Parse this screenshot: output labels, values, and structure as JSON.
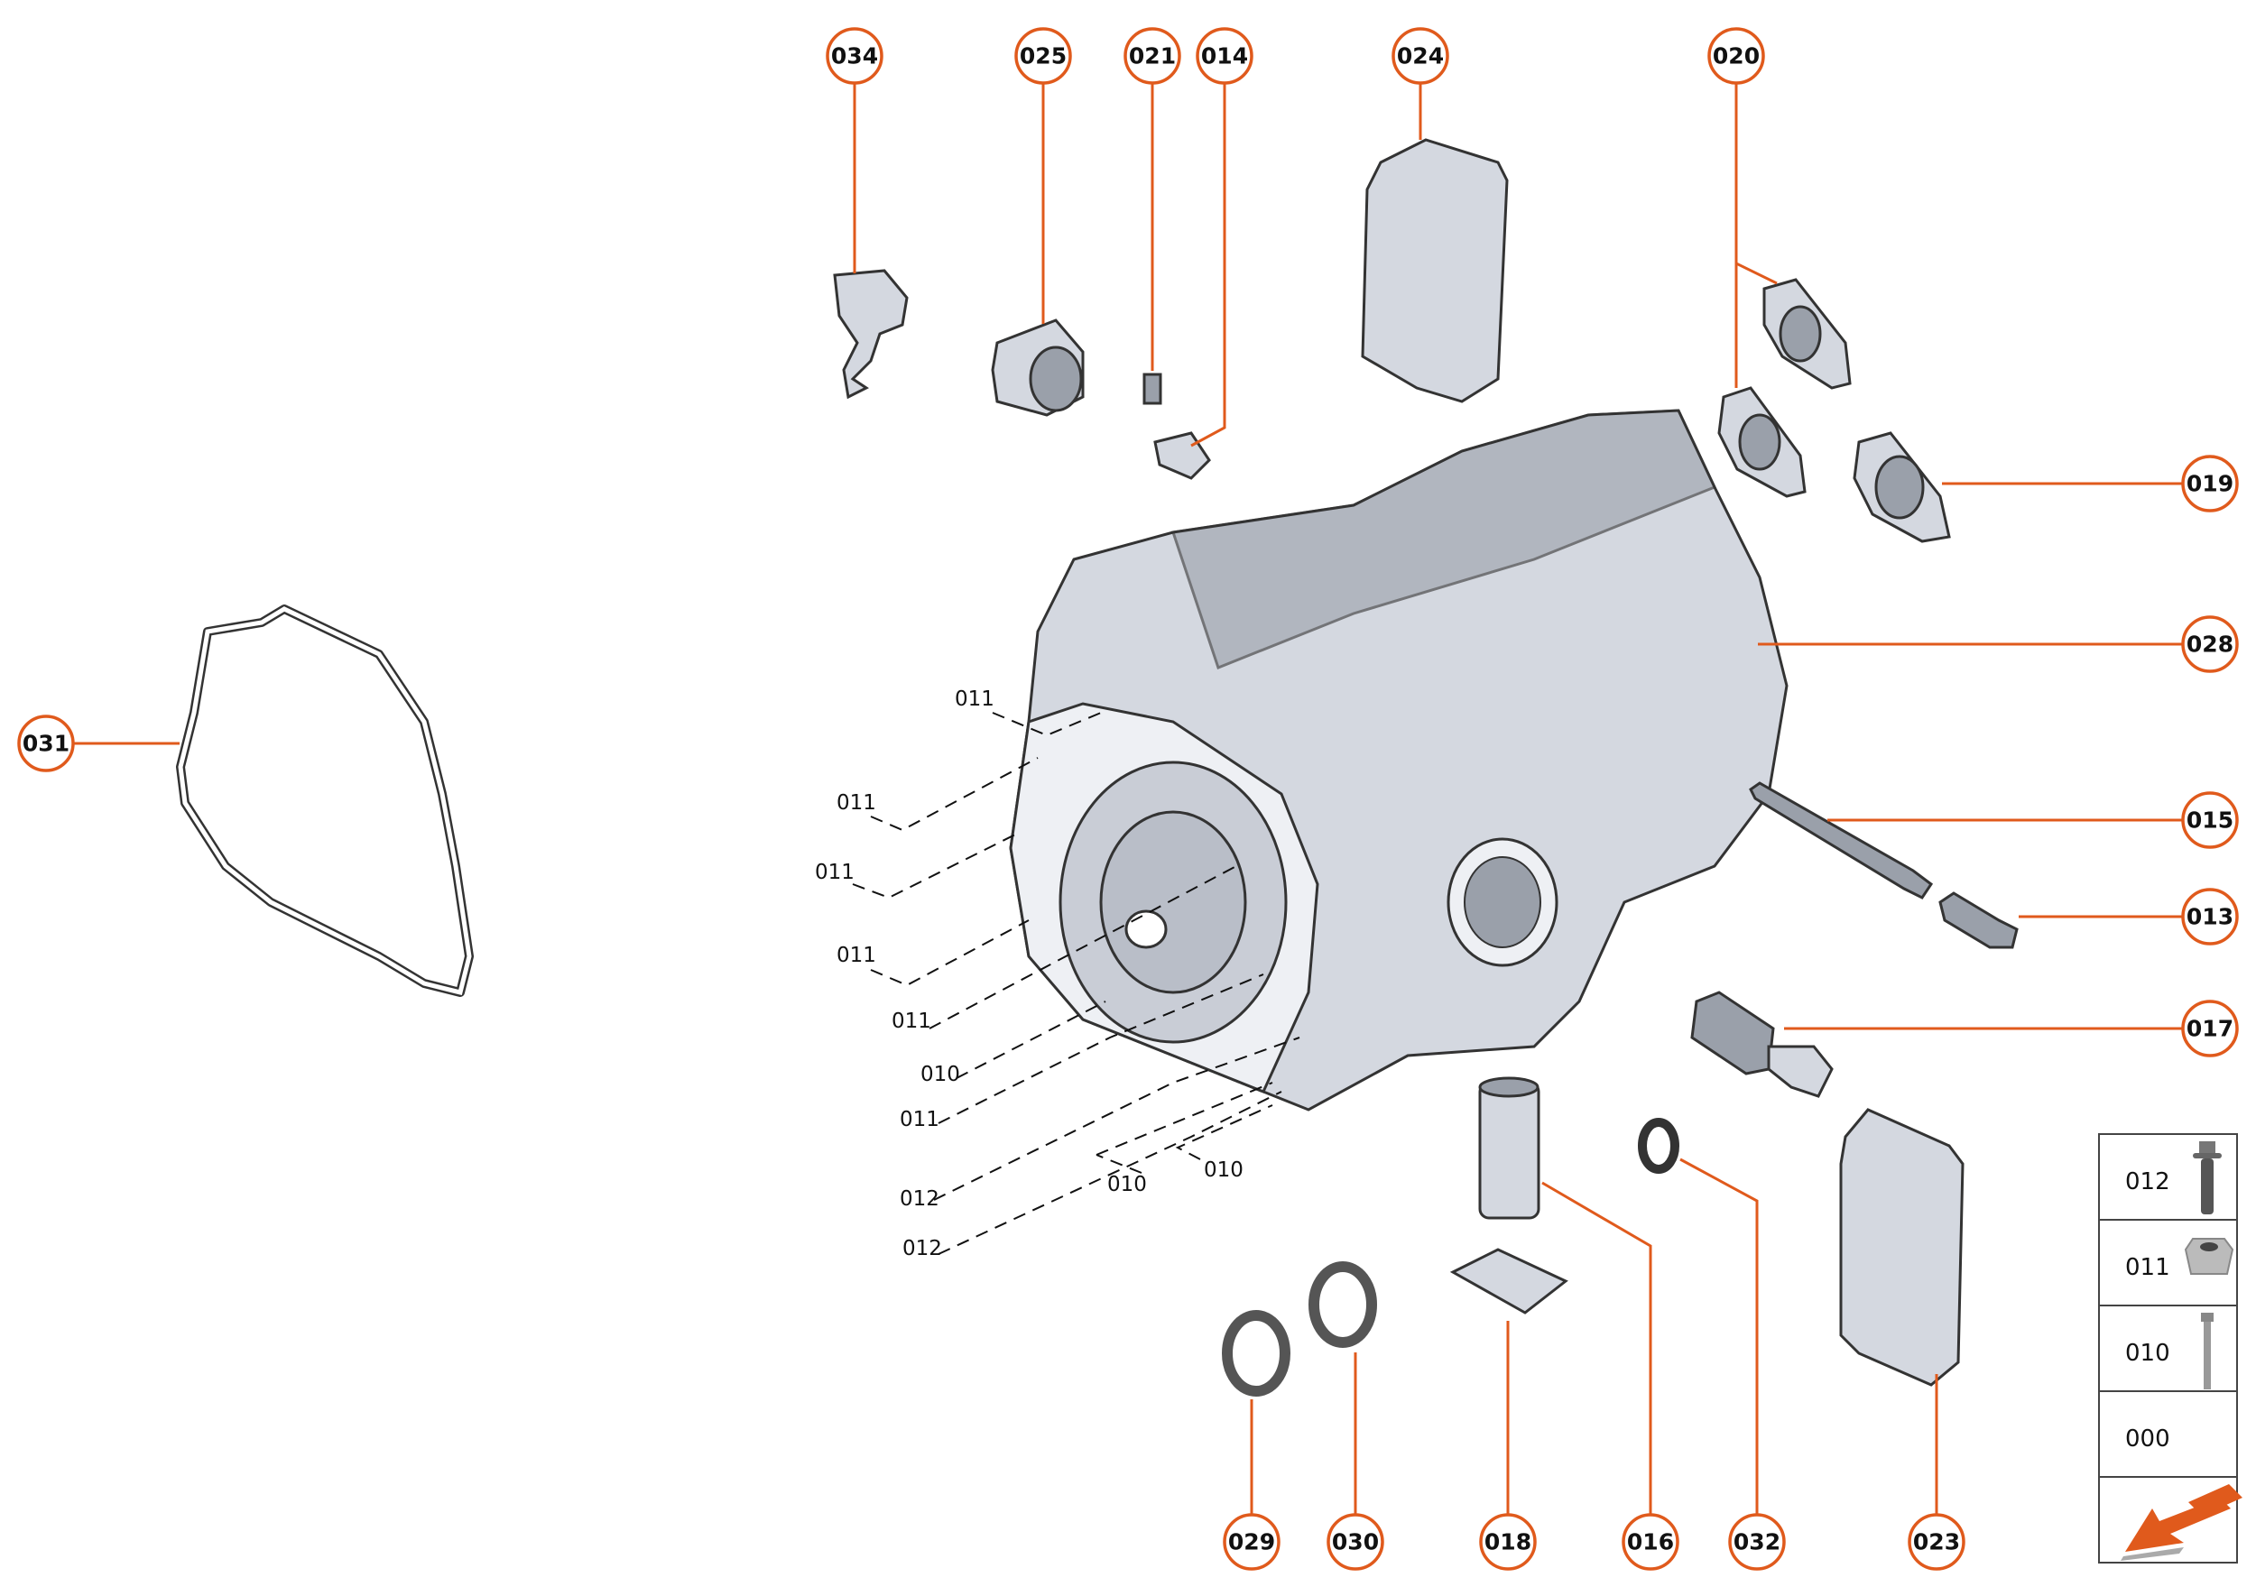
{
  "callouts": {
    "c034": "034",
    "c025": "025",
    "c021": "021",
    "c014": "014",
    "c024": "024",
    "c020": "020",
    "c019": "019",
    "c028": "028",
    "c015": "015",
    "c013": "013",
    "c017": "017",
    "c031": "031",
    "c029": "029",
    "c030": "030",
    "c018": "018",
    "c016": "016",
    "c032": "032",
    "c023": "023"
  },
  "fastener_labels": [
    "011",
    "011",
    "011",
    "011",
    "011",
    "010",
    "011",
    "012",
    "012",
    "010",
    "010"
  ],
  "legend": {
    "rows": [
      {
        "code": "012",
        "icon": "flange-bolt-icon"
      },
      {
        "code": "011",
        "icon": "flange-nut-icon"
      },
      {
        "code": "010",
        "icon": "long-bolt-icon"
      },
      {
        "code": "000",
        "icon": ""
      }
    ],
    "view_direction_icon": "orange-arrow-icon"
  },
  "colors": {
    "accent": "#e05a1c",
    "part": "#d4d8e0"
  }
}
